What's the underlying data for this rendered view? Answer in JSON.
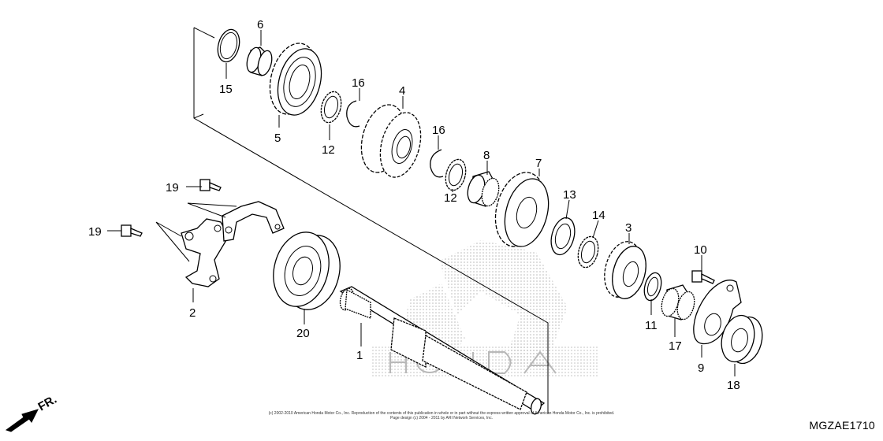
{
  "callouts": {
    "c1": "1",
    "c2": "2",
    "c3": "3",
    "c4": "4",
    "c5": "5",
    "c6": "6",
    "c7": "7",
    "c8": "8",
    "c9": "9",
    "c10": "10",
    "c11": "11",
    "c12a": "12",
    "c12b": "12",
    "c13": "13",
    "c14": "14",
    "c15": "15",
    "c16a": "16",
    "c16b": "16",
    "c17": "17",
    "c18": "18",
    "c19a": "19",
    "c19b": "19",
    "c20": "20"
  },
  "direction_label": "FR.",
  "copyright_line1": "(c) 2002-2010 American Honda Motor Co., Inc. Reproduction of the contents of this publication in whole or in part without the express written approval of American Honda Motor Co., Inc. is prohibited.",
  "copyright_line2": "Page design (c) 2004 - 2011 by ARI Network Services, Inc.",
  "diagram_code": "MGZAE1710",
  "colors": {
    "line": "#000000",
    "watermark": "#b8b8b8",
    "background": "#ffffff"
  }
}
